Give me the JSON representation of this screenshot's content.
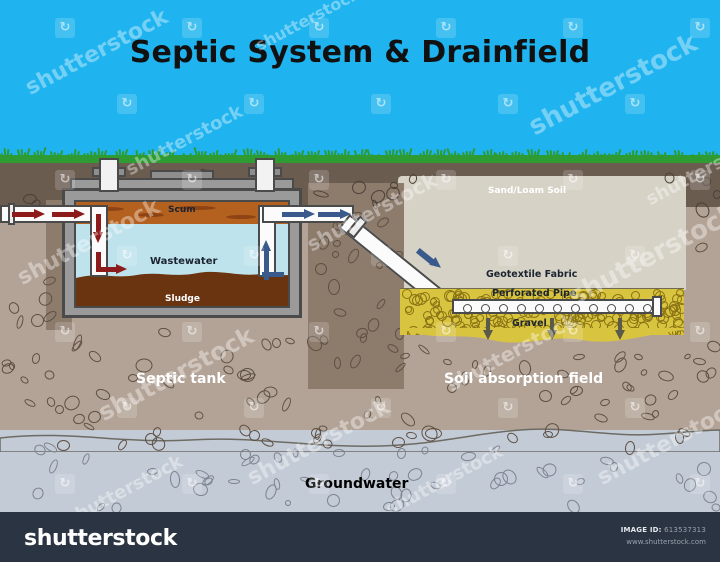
{
  "title": "Septic System & Drainfield",
  "labels": {
    "scum": "Scum",
    "wastewater": "Wastewater",
    "sludge": "Sludge",
    "septic_tank": "Septic tank",
    "soil_absorption_field": "Soil absorption field",
    "sand_loam_soil": "Sand/Loam Soil",
    "geotextile_fabric": "Geotextile Fabric",
    "perforated_pipe": "Perforated Pipe",
    "gravel": "Gravel",
    "groundwater": "Groundwater"
  },
  "colors": {
    "sky": "#1fb4ef",
    "grass": "#2e9b33",
    "topsoil": "#6b5c50",
    "subsoil": "#b3a396",
    "sand_loam": "#d6d2c6",
    "groundwater": "#c3cbd6",
    "gravel": "#d9c43f",
    "scum": "#b4601f",
    "wastewater": "#bfe3ec",
    "sludge": "#6b3410",
    "inflow_arrow": "#8e1b1b",
    "outflow_arrow": "#3a5a8c",
    "pipe": "#fbfbfb",
    "concrete": "#9a9a9a",
    "footer": "#2b3442"
  },
  "watermark": {
    "brand": "shutterstock",
    "tile_glyph": "↻"
  },
  "footer": {
    "logo": "shutterstock",
    "image_id_label": "IMAGE ID:",
    "image_id": "613537313",
    "url": "www.shutterstock.com"
  }
}
